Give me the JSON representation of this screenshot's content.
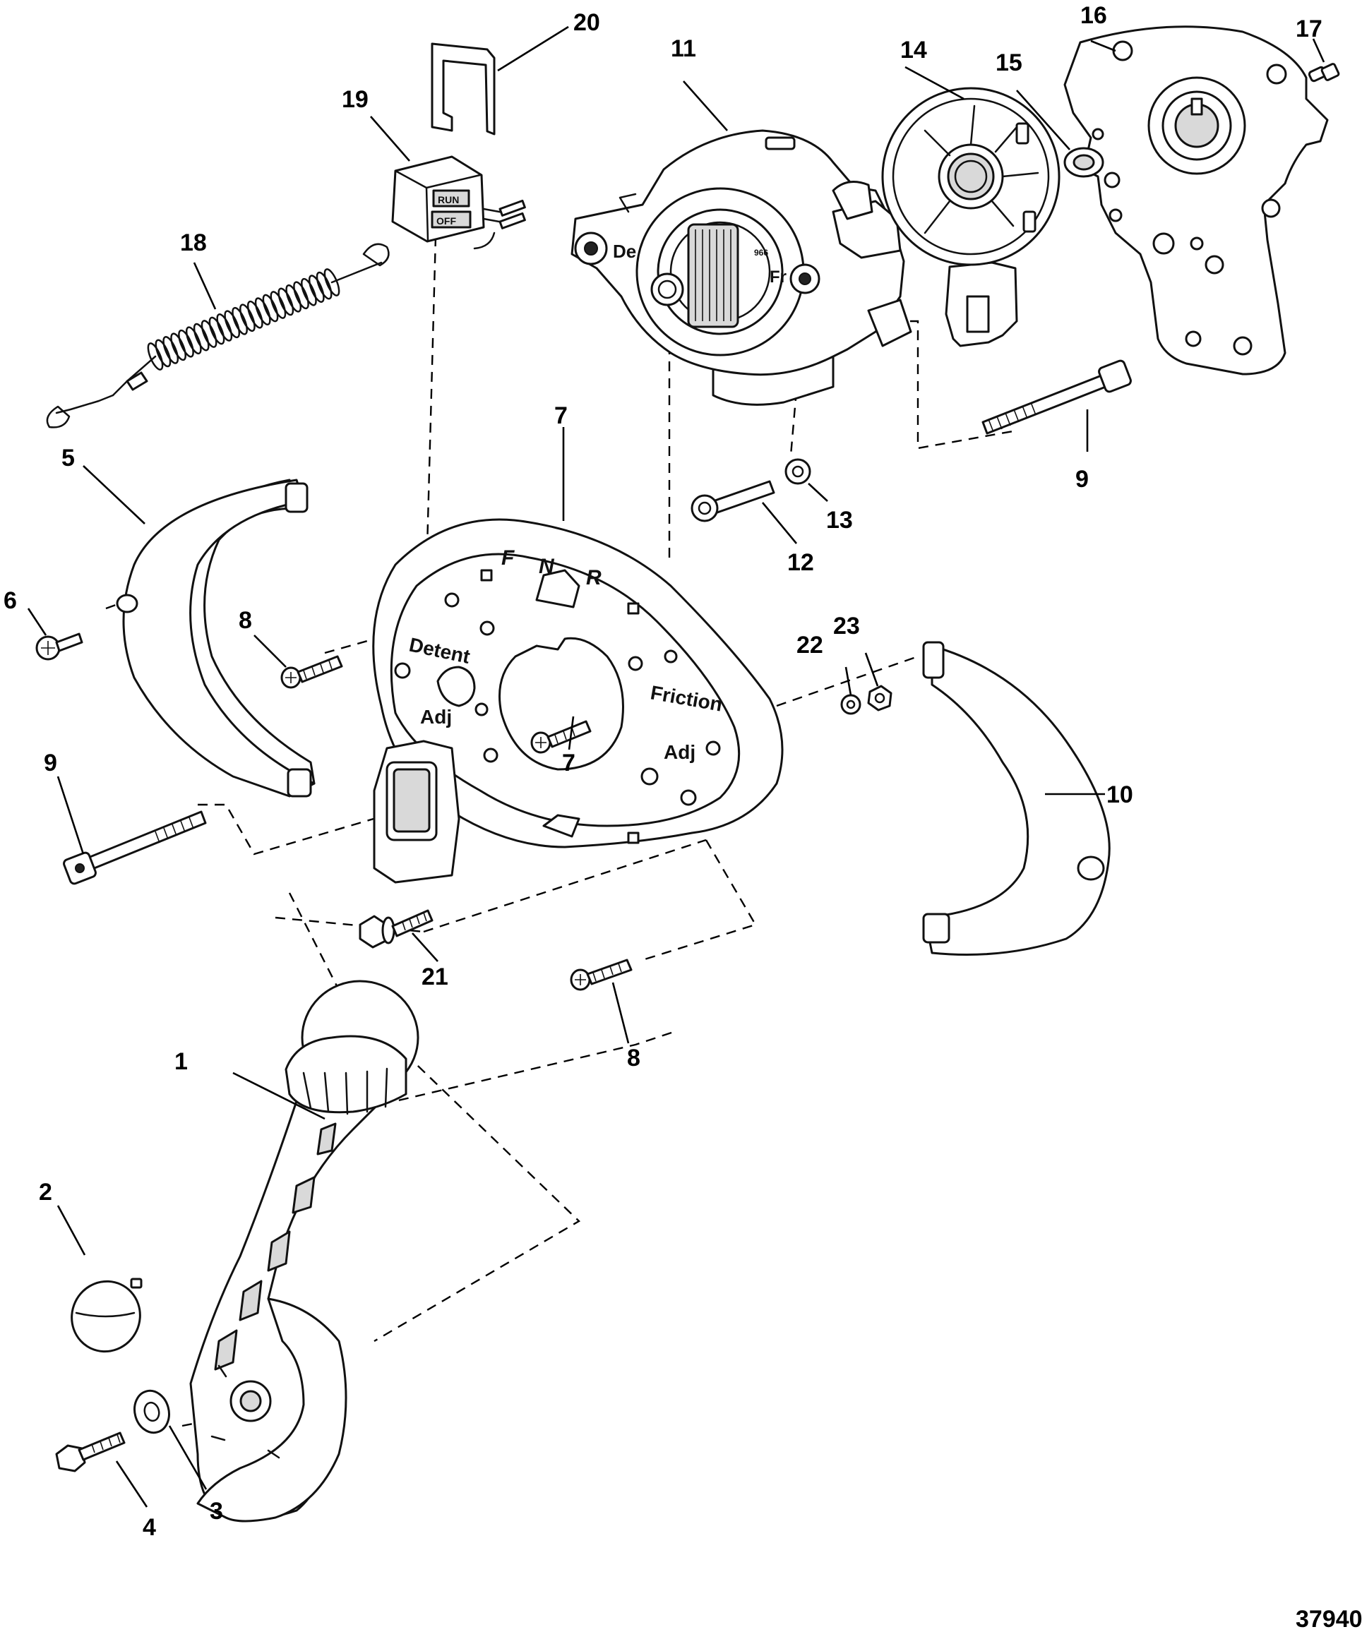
{
  "figure": {
    "id_number": "37940",
    "callouts": [
      {
        "key": "c1",
        "text": "1"
      },
      {
        "key": "c2",
        "text": "2"
      },
      {
        "key": "c3",
        "text": "3"
      },
      {
        "key": "c4",
        "text": "4"
      },
      {
        "key": "c5",
        "text": "5"
      },
      {
        "key": "c6",
        "text": "6"
      },
      {
        "key": "c7a",
        "text": "7"
      },
      {
        "key": "c7b",
        "text": "7"
      },
      {
        "key": "c8a",
        "text": "8"
      },
      {
        "key": "c8b",
        "text": "8"
      },
      {
        "key": "c9a",
        "text": "9"
      },
      {
        "key": "c9b",
        "text": "9"
      },
      {
        "key": "c10",
        "text": "10"
      },
      {
        "key": "c11",
        "text": "11"
      },
      {
        "key": "c12",
        "text": "12"
      },
      {
        "key": "c13",
        "text": "13"
      },
      {
        "key": "c14",
        "text": "14"
      },
      {
        "key": "c15",
        "text": "15"
      },
      {
        "key": "c16",
        "text": "16"
      },
      {
        "key": "c17",
        "text": "17"
      },
      {
        "key": "c18",
        "text": "18"
      },
      {
        "key": "c19",
        "text": "19"
      },
      {
        "key": "c20",
        "text": "20"
      },
      {
        "key": "c21",
        "text": "21"
      },
      {
        "key": "c22",
        "text": "22"
      },
      {
        "key": "c23",
        "text": "23"
      }
    ],
    "housing_markings": {
      "forward": "F",
      "neutral": "N",
      "reverse": "R",
      "detent": "Detent",
      "adj_left": "Adj",
      "friction": "Friction",
      "adj_right": "Adj"
    },
    "actuator_markings": {
      "de": "De",
      "fr": "Fr",
      "small": "966"
    },
    "switch_markings": {
      "top": "RUN",
      "bottom": "OFF"
    }
  }
}
